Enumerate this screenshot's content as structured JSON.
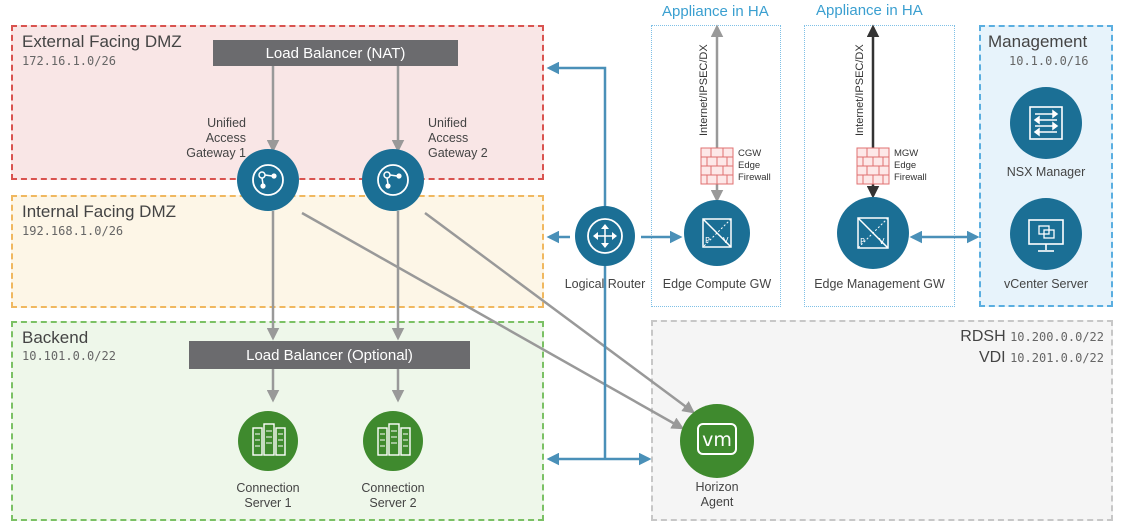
{
  "zones": {
    "external": {
      "title": "External Facing DMZ",
      "subnet": "172.16.1.0/26"
    },
    "internal": {
      "title": "Internal Facing DMZ",
      "subnet": "192.168.1.0/26"
    },
    "backend": {
      "title": "Backend",
      "subnet": "10.101.0.0/22"
    },
    "management": {
      "title": "Management",
      "subnet": "10.1.0.0/16"
    },
    "pools": {
      "rdsh_label": "RDSH",
      "rdsh_subnet": "10.200.0.0/22",
      "vdi_label": "VDI",
      "vdi_subnet": "10.201.0.0/22"
    }
  },
  "load_balancers": {
    "nat": "Load Balancer (NAT)",
    "optional": "Load Balancer (Optional)"
  },
  "nodes": {
    "uag1": [
      "Unified",
      "Access",
      "Gateway 1"
    ],
    "uag2": [
      "Unified",
      "Access",
      "Gateway 2"
    ],
    "logical_router": "Logical Router",
    "edge_compute": "Edge Compute GW",
    "edge_mgmt": "Edge Management GW",
    "nsx": "NSX Manager",
    "vcenter": "vCenter Server",
    "cs1": [
      "Connection",
      "Server 1"
    ],
    "cs2": [
      "Connection",
      "Server 2"
    ],
    "horizon": [
      "Horizon",
      "Agent"
    ],
    "vm_badge": "vm"
  },
  "ha": {
    "left": "Appliance in HA",
    "right": "Appliance in HA"
  },
  "links": {
    "internet_left": "Internet/IPSEC/DX",
    "internet_right": "Internet/IPSEC/DX"
  },
  "firewalls": {
    "cgw": [
      "CGW",
      "Edge",
      "Firewall"
    ],
    "mgw": [
      "MGW",
      "Edge",
      "Firewall"
    ]
  },
  "colors": {
    "uag_blue": "#1b6f95",
    "green": "#3f8a2e",
    "gray_bar": "#6b6b6e",
    "arrow_gray": "#999999",
    "arrow_blue": "#4a90b8",
    "ha_blue": "#3a9fd0",
    "firewall_red": "#e07070"
  }
}
